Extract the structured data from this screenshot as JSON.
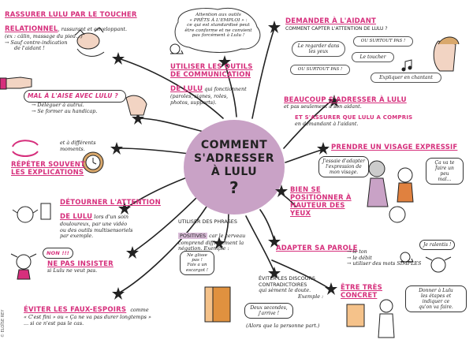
{
  "center": {
    "line1": "COMMENT",
    "line2": "S'ADRESSER",
    "line3": "À LULU",
    "q": "?"
  },
  "copyright": "© ELOÏSE REY",
  "colors": {
    "accent": "#d62f7c",
    "hub": "#c9a2c6",
    "highlight": "#d9bcd8",
    "ink": "#222222"
  },
  "nodes": {
    "rassurer": {
      "title_l1": "RASSURER LULU PAR LE TOUCHER",
      "title_l2": "RELATIONNEL",
      "desc_l1": ", rassurant et enveloppant.",
      "desc_l2": "(ex : câlin, massage du pied...)",
      "desc_l3": "→ Sauf contre-indication",
      "desc_l4": "de l'aidant !"
    },
    "outils": {
      "note_l1": "Attention aux outils",
      "note_l2": "« PRÊTS À L'EMPLOI » :",
      "note_l3": "ce qui est standardisé peut",
      "note_l4": "être conforme et ne convient",
      "note_l5": "pas forcément à Lulu !",
      "title_l1": "UTILISER LES OUTILS",
      "title_l2": "DE COMMUNICATION",
      "title_l3": "DE LULU",
      "title_l3_rest": " qui fonctionnent",
      "desc_l1": "(paroles, signes, roles,",
      "desc_l2": "photos, supports)."
    },
    "aidant": {
      "title": "DEMANDER À L'AIDANT",
      "subtitle": "COMMENT CAPTER L'ATTENTION DE LULU ?",
      "pill1": "Le regarder dans les yeux",
      "pill2": "OU SURTOUT PAS !",
      "pill3": "OU SURTOUT PAS !",
      "pill4": "Le toucher",
      "pill5": "Expliquer en chantant"
    },
    "aise": {
      "bubble": "MAL À L'AISE AVEC LULU ?",
      "desc_l1": "→ Déléguer à autrui.",
      "desc_l2": "→ Se former au handicap."
    },
    "beaucoup": {
      "title": "BEAUCOUP S'ADRESSER À LULU",
      "desc": "et pas seulement à son aidant.",
      "sub_title_l1": "ET S'ASSURER QUE LULU A COMPRIS",
      "sub_desc": "en demandant à l'aidant."
    },
    "repeter": {
      "note_l1": "et à différents",
      "note_l2": "moments.",
      "title_l1": "RÉPÉTER SOUVENT",
      "title_l2": "LES EXPLICATIONS"
    },
    "visage": {
      "title": "PRENDRE UN VISAGE EXPRESSIF",
      "bubble1_l1": "J'essaie d'adapter",
      "bubble1_l2": "l'expression de",
      "bubble1_l3": "mon visage.",
      "bubble2_l1": "Ça va te",
      "bubble2_l2": "faire un",
      "bubble2_l3": "peu",
      "bubble2_l4": "mal..."
    },
    "detourner": {
      "title_l1": "DÉTOURNER L'ATTENTION",
      "title_l2": "DE LULU",
      "desc_l1": " lors d'un soin",
      "desc_l2": "douloureux, par une vidéo",
      "desc_l3": "ou des outils multisensoriels",
      "desc_l4": "par exemple."
    },
    "positionner": {
      "title_l1": "BIEN SE",
      "title_l2": "POSITIONNER À",
      "title_l3": "HAUTEUR DES",
      "title_l4": "YEUX"
    },
    "insister": {
      "bubble": "NON !!!",
      "title": "NE PAS INSISTER",
      "desc": "si Lulu ne veut pas."
    },
    "phrases": {
      "title_l1": "UTILISER DES PHRASES",
      "title_l2": "POSITIVES",
      "desc_l1": " car le cerveau",
      "desc_l2": "comprend difficilement la",
      "desc_l3": "négation. Exemple :",
      "bubble_l1": "Ne glisse",
      "bubble_l2": "pas !",
      "bubble_l3": "Fais a un",
      "bubble_l4": "escargot !"
    },
    "parole": {
      "title": "ADAPTER SA PAROLE",
      "desc_l1": "→ le ton",
      "desc_l2": "→ le débit",
      "desc_l3": "→ utiliser des mots SIMPLES",
      "bubble": "Je ralentis !"
    },
    "espoirs": {
      "title": "ÉVITER LES FAUX-ESPOIRS",
      "desc_l0": "comme",
      "desc_l1": "« C'est fini » ou « Ça ne va pas durer longtemps »",
      "desc_l2": "... si ce n'est pas le cas."
    },
    "contradictoires": {
      "title_l1": "ÉVITER LES DISCOURS",
      "title_l2": "CONTRADICTOIRES",
      "desc_l1": "qui sèment le doute.",
      "desc_l2": "Exemple :",
      "bubble_l1": "Deux secondes,",
      "bubble_l2": "j'arrive !",
      "desc_l3": "(Alors que la personne part.)"
    },
    "concret": {
      "title_l1": "ÊTRE TRÈS",
      "title_l2": "CONCRET",
      "bubble_l1": "Donner à Lulu",
      "bubble_l2": "les étapes et",
      "bubble_l3": "indiquer ce",
      "bubble_l4": "qu'on va faire."
    }
  }
}
